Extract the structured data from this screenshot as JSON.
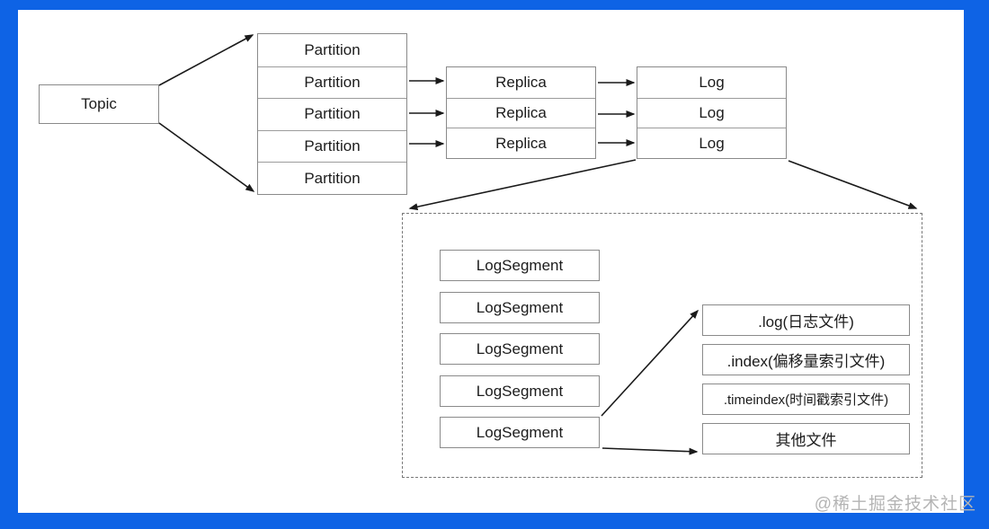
{
  "colors": {
    "background": "#0e63e5",
    "canvas": "#ffffff",
    "box-border": "#8a8a8a",
    "divider": "#9c9c9c",
    "dashed-border": "#787878",
    "text": "#1c1c1c",
    "arrow": "#1a1a1a",
    "watermark": "#b4b4b4"
  },
  "diagram": {
    "topic_label": "Topic",
    "partitions": [
      "Partition",
      "Partition",
      "Partition",
      "Partition",
      "Partition"
    ],
    "replicas": [
      "Replica",
      "Replica",
      "Replica"
    ],
    "logs": [
      "Log",
      "Log",
      "Log"
    ],
    "log_segments": [
      "LogSegment",
      "LogSegment",
      "LogSegment",
      "LogSegment",
      "LogSegment"
    ],
    "segment_files": [
      ".log(日志文件)",
      ".index(偏移量索引文件)",
      ".timeindex(时间戳索引文件)",
      "其他文件"
    ]
  },
  "watermark": "@稀土掘金技术社区"
}
